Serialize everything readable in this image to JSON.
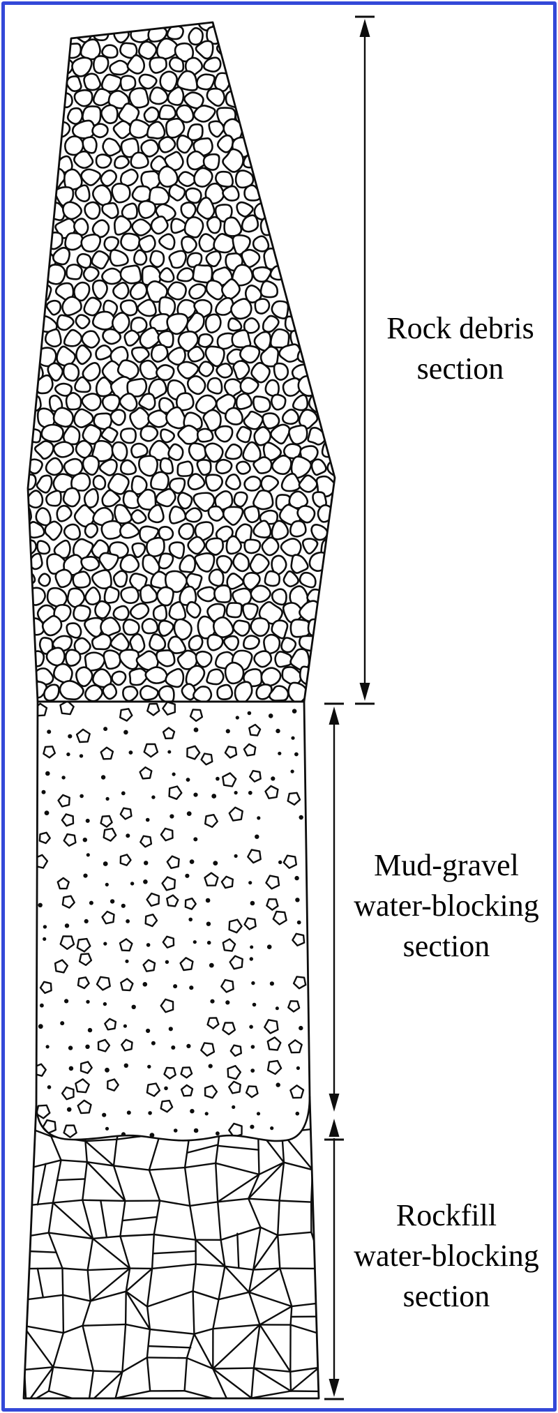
{
  "figure": {
    "kind": "geological-column-diagram",
    "background": "#ffffff",
    "border_color": "#3448d8",
    "line_color": "#0d0d0d",
    "text_color": "#000000"
  },
  "sections": [
    {
      "name": "Rock debris section",
      "label_lines": [
        "Rock debris",
        "section"
      ],
      "pattern": "cobble-pebble-fill",
      "dimension_marker": "double-headed-vertical-arrow"
    },
    {
      "name": "Mud-gravel water-blocking section",
      "label_lines": [
        "Mud-gravel",
        "water-blocking",
        "section"
      ],
      "pattern": "dots-and-small-pentagons",
      "dimension_marker": "double-headed-vertical-arrow"
    },
    {
      "name": "Rockfill water-blocking section",
      "label_lines": [
        "Rockfill",
        "water-blocking",
        "section"
      ],
      "pattern": "fracture-polygon-mesh",
      "dimension_marker": "double-headed-vertical-arrow"
    }
  ]
}
